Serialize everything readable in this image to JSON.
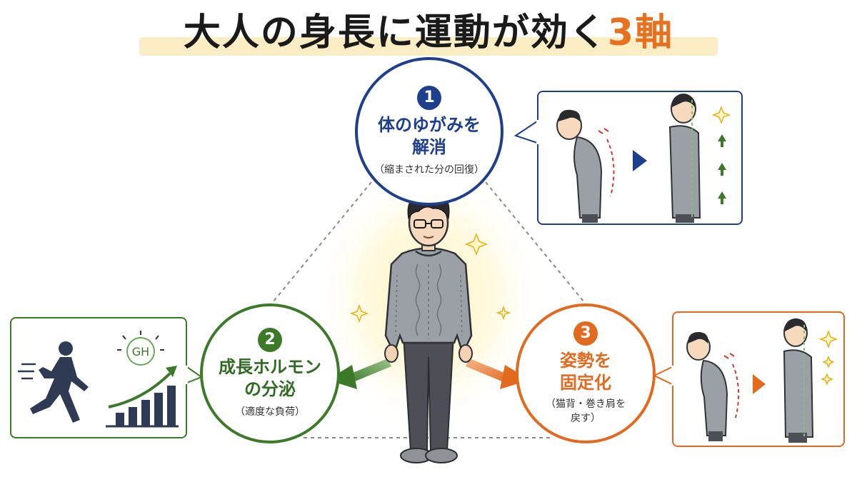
{
  "title": {
    "main": "大人の身長に運動が効く",
    "accent": "3軸"
  },
  "axes": [
    {
      "number": "1",
      "heading_line1": "体のゆがみを",
      "heading_line2": "解消",
      "note": "（縮まされた分の回復）"
    },
    {
      "number": "2",
      "heading_line1": "成長ホルモン",
      "heading_line2": "の分泌",
      "note": "（適度な負荷）"
    },
    {
      "number": "3",
      "heading_line1": "姿勢を",
      "heading_line2": "固定化",
      "note_line1": "（猫背・巻き肩を",
      "note_line2": "戻す）"
    }
  ],
  "hormone_badge": "GH",
  "colors": {
    "axis1": "#1d3f8e",
    "axis2": "#3c7a2a",
    "axis3": "#e2691e",
    "title_accent": "#e8701e"
  },
  "icons": [
    "sparkle-icon",
    "up-arrow-icon",
    "play-triangle-icon",
    "runner-icon",
    "bar-chart-icon",
    "trend-arrow-icon"
  ]
}
